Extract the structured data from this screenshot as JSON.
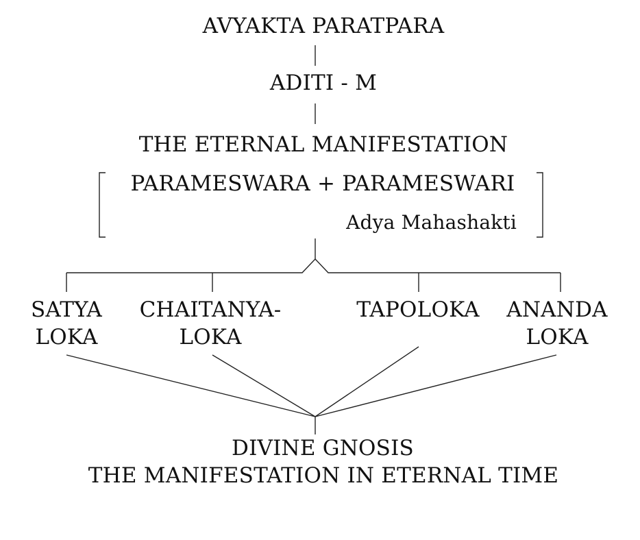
{
  "diagram": {
    "top": "AVYAKTA PARATPARA",
    "second": "ADITI - M",
    "third": "THE ETERNAL MANIFESTATION",
    "bracket": {
      "line1": "PARAMESWARA + PARAMESWARI",
      "line2": "Adya Mahashakti"
    },
    "lokas": [
      {
        "line1": "SATYA",
        "line2": "LOKA"
      },
      {
        "line1": "CHAITANYA-",
        "line2": "LOKA"
      },
      {
        "line1": "TAPOLOKA",
        "line2": ""
      },
      {
        "line1": "ANANDA",
        "line2": "LOKA"
      }
    ],
    "bottom": {
      "line1": "DIVINE GNOSIS",
      "line2": "THE MANIFESTATION IN ETERNAL TIME"
    }
  }
}
